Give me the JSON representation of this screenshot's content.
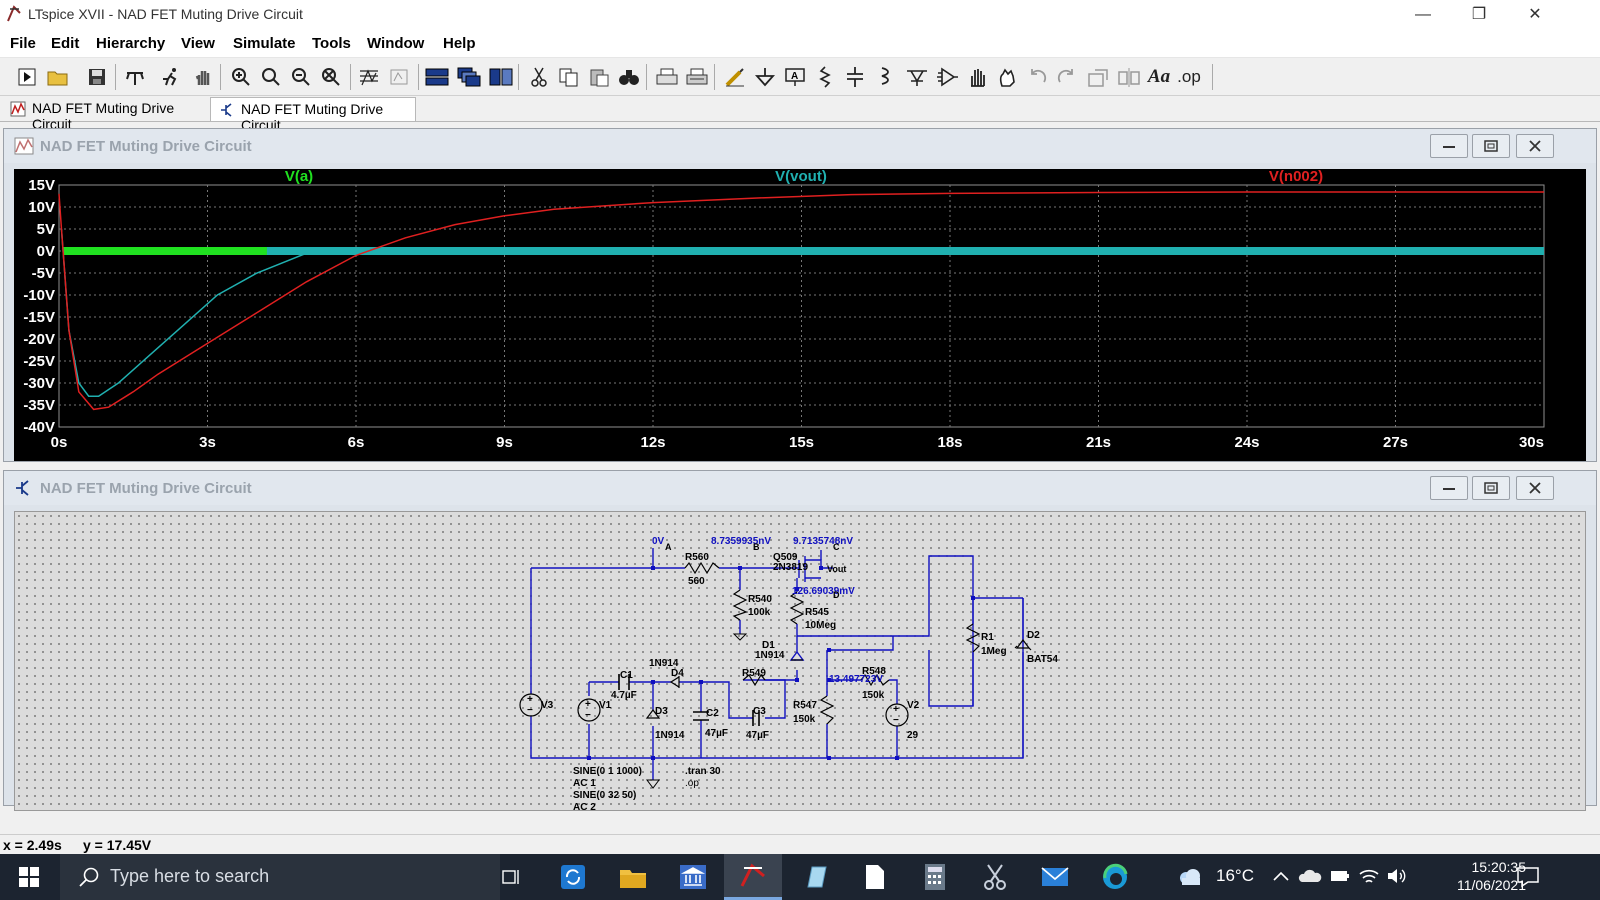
{
  "window": {
    "title": "LTspice XVII - NAD FET Muting Drive Circuit",
    "minimize": "—",
    "restore": "❐",
    "close": "✕"
  },
  "menu": [
    "File",
    "Edit",
    "Hierarchy",
    "View",
    "Simulate",
    "Tools",
    "Window",
    "Help"
  ],
  "toolbar": {
    "icons": [
      "open-schematic-icon",
      "open-file-icon",
      "save-icon",
      "control-panel-icon",
      "run-icon",
      "halt-icon",
      "zoom-in-icon",
      "zoom-area-icon",
      "zoom-out-icon",
      "zoom-cancel-icon",
      "autorange-icon",
      "fit-icon",
      "tile-horizontal-icon",
      "cascade-icon",
      "tile-vertical-icon",
      "cut-icon",
      "copy-icon",
      "paste-icon",
      "find-icon",
      "print-icon",
      "print-preview-icon",
      "wire-icon",
      "ground-icon",
      "label-net-icon",
      "resistor-icon",
      "capacitor-icon",
      "inductor-icon",
      "diode-icon",
      "component-icon",
      "move-icon",
      "drag-icon",
      "undo-icon",
      "redo-icon",
      "rotate-icon",
      "mirror-icon",
      "text-icon",
      "spice-directive-icon"
    ],
    "text_label": "Aa",
    "op_label": ".op"
  },
  "doc_tabs": [
    {
      "label": "NAD FET Muting Drive Circuit",
      "icon": "waveform-icon"
    },
    {
      "label": "NAD FET Muting Drive Circuit",
      "icon": "schematic-icon"
    }
  ],
  "plot_window": {
    "title": "NAD FET Muting Drive Circuit"
  },
  "schematic_window": {
    "title": "NAD FET Muting Drive Circuit"
  },
  "chart_data": {
    "type": "line",
    "title": "",
    "xlabel": "",
    "ylabel": "",
    "xlim": [
      0,
      30
    ],
    "ylim": [
      -40,
      15
    ],
    "x_ticks": [
      "0s",
      "3s",
      "6s",
      "9s",
      "12s",
      "15s",
      "18s",
      "21s",
      "24s",
      "27s",
      "30s"
    ],
    "y_ticks": [
      "15V",
      "10V",
      "5V",
      "0V",
      "-5V",
      "-10V",
      "-15V",
      "-20V",
      "-25V",
      "-30V",
      "-35V",
      "-40V"
    ],
    "grid": true,
    "series": [
      {
        "name": "V(a)",
        "color": "#20e020",
        "style": "thick-noise",
        "x": [
          0,
          5
        ],
        "y": [
          0,
          0
        ]
      },
      {
        "name": "V(vout)",
        "color": "#20b0b0",
        "style": "thick-band",
        "x": [
          0.05,
          0.2,
          0.4,
          0.6,
          0.8,
          1.2,
          1.8,
          2.5,
          3.2,
          4.0,
          5.0,
          5.5,
          30
        ],
        "y": [
          5,
          -18,
          -30,
          -33,
          -33,
          -30,
          -24,
          -17,
          -10,
          -5,
          -0.5,
          0,
          0
        ]
      },
      {
        "name": "V(n002)",
        "color": "#e02020",
        "style": "line",
        "x": [
          0.0,
          0.05,
          0.2,
          0.4,
          0.7,
          1.0,
          1.5,
          2.0,
          3.0,
          4.0,
          5.0,
          6.0,
          7.0,
          8.0,
          9.0,
          10.0,
          12.0,
          14.0,
          16.0,
          18.0,
          21.0,
          24.0,
          27.0,
          30.0
        ],
        "y": [
          13,
          5,
          -18,
          -32,
          -36,
          -35.5,
          -32,
          -28,
          -21,
          -14,
          -7,
          -1,
          3,
          6,
          8,
          9.5,
          11,
          12,
          12.8,
          13.1,
          13.3,
          13.4,
          13.4,
          13.4
        ]
      }
    ]
  },
  "schematic": {
    "net_labels": {
      "a": "A",
      "b": "B",
      "c": "C",
      "d": "D",
      "vout": "Vout"
    },
    "op_values": {
      "a": "0V",
      "b": "8.7359935nV",
      "c": "9.7135748nV",
      "d": "126.69039mV",
      "r548": "13.497723V"
    },
    "components": {
      "r560": {
        "name": "R560",
        "value": "560"
      },
      "r540": {
        "name": "R540",
        "value": "100k"
      },
      "r545": {
        "name": "R545",
        "value": "10Meg"
      },
      "q509": {
        "name": "Q509",
        "value": "2N3819"
      },
      "r1": {
        "name": "R1",
        "value": "1Meg"
      },
      "d2": {
        "name": "D2",
        "value": "BAT54"
      },
      "d1": {
        "name": "D1",
        "value": "1N914"
      },
      "d4": {
        "name": "D4",
        "value": "1N914"
      },
      "d3": {
        "name": "D3",
        "value": "1N914"
      },
      "c1": {
        "name": "C1",
        "value": "4.7µF"
      },
      "c2": {
        "name": "C2",
        "value": "47µF"
      },
      "c3": {
        "name": "C3",
        "value": "47µF"
      },
      "r549": {
        "name": "R549",
        "value": ""
      },
      "r547": {
        "name": "R547",
        "value": "150k"
      },
      "r548": {
        "name": "R548",
        "value": "150k"
      },
      "v1": {
        "name": "V1",
        "value": ""
      },
      "v2": {
        "name": "V2",
        "value": "29"
      },
      "v3": {
        "name": "V3",
        "value": ""
      }
    },
    "v1_spec": [
      "SINE(0 1 1000)",
      "AC 1"
    ],
    "v3_spec": [
      "SINE(0 32 50)",
      "AC 2"
    ],
    "directives": [
      ".tran 30",
      ".op"
    ]
  },
  "status": {
    "x_label": "x = 2.49s",
    "y_label": "y = 17.45V"
  },
  "taskbar": {
    "search_placeholder": "Type here to search",
    "temperature": "16°C",
    "time": "15:20:35",
    "date": "11/06/2021",
    "apps": [
      "task-view-icon",
      "sync-icon",
      "file-explorer-icon",
      "bank-icon",
      "ltspice-icon",
      "notepad-icon",
      "file-icon",
      "calculator-icon",
      "snipping-tool-icon",
      "mail-icon",
      "edge-icon"
    ]
  }
}
